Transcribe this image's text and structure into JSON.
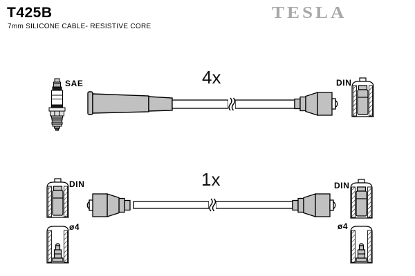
{
  "header": {
    "part_number": "T425B",
    "subtitle": "7mm SILICONE CABLE- RESISTIVE CORE",
    "brand": "TESLA"
  },
  "items": [
    {
      "id": "cable-set-4x",
      "quantity_label": "4x",
      "plug_standard_label": "SAE",
      "cap_label": "DIN"
    },
    {
      "id": "cable-1x",
      "quantity_label": "1x",
      "left_cap_label": "DIN",
      "left_terminal_diameter_label": "ø4",
      "right_cap_label": "DIN",
      "right_terminal_diameter_label": "ø4"
    }
  ],
  "colors": {
    "background": "#ffffff",
    "part_fill": "#c1c1c1",
    "outline": "#000000",
    "brand_gray": "#a8a8a8"
  }
}
